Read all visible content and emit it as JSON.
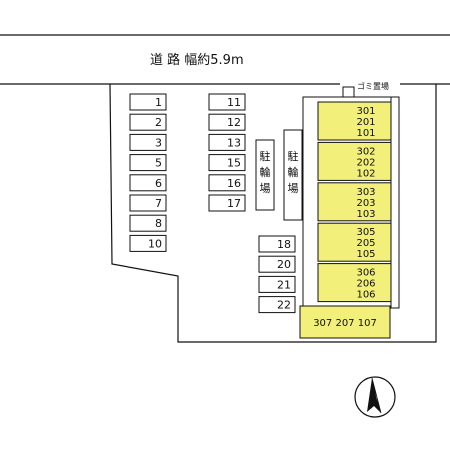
{
  "road": {
    "label": "道 路 幅約5.9m"
  },
  "garbage": {
    "label": "ゴミ置場"
  },
  "bicycle_parking": [
    {
      "label": "駐輪場"
    },
    {
      "label": "駐輪場"
    }
  ],
  "parking": {
    "left_column": [
      "1",
      "2",
      "3",
      "5",
      "6",
      "7",
      "8",
      "10"
    ],
    "middle_column": [
      "11",
      "12",
      "13",
      "15",
      "16",
      "17"
    ],
    "lower_column": [
      "18",
      "20",
      "21",
      "22"
    ]
  },
  "building": {
    "highlight_color": "#f2f07a",
    "units": [
      [
        "301",
        "201",
        "101"
      ],
      [
        "302",
        "202",
        "102"
      ],
      [
        "303",
        "203",
        "103"
      ],
      [
        "305",
        "205",
        "105"
      ],
      [
        "306",
        "206",
        "106"
      ]
    ],
    "end_unit": "307 207 107"
  },
  "compass": {
    "icon": "north-arrow-icon"
  }
}
